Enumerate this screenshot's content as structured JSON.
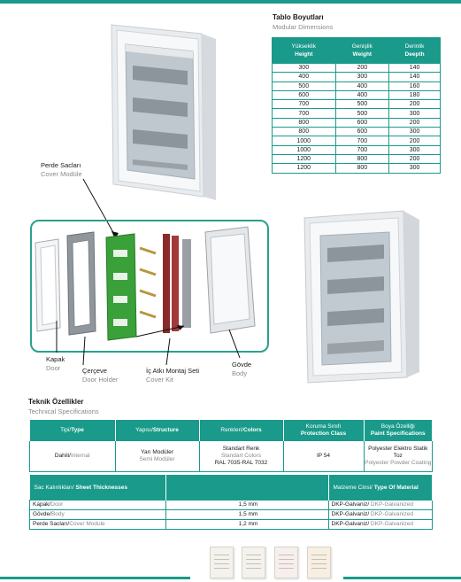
{
  "dimensions": {
    "title": "Tablo Boyutları",
    "subtitle": "Modular Dimensions",
    "headers": [
      {
        "tr": "Yükseklik",
        "en": "Height"
      },
      {
        "tr": "Genişlik",
        "en": "Weight"
      },
      {
        "tr": "Derinlik",
        "en": "Deepth"
      }
    ],
    "rows": [
      [
        "300",
        "200",
        "140"
      ],
      [
        "400",
        "300",
        "140"
      ],
      [
        "500",
        "400",
        "160"
      ],
      [
        "600",
        "400",
        "180"
      ],
      [
        "700",
        "500",
        "200"
      ],
      [
        "700",
        "500",
        "300"
      ],
      [
        "800",
        "600",
        "200"
      ],
      [
        "800",
        "600",
        "300"
      ],
      [
        "1000",
        "700",
        "200"
      ],
      [
        "1000",
        "700",
        "300"
      ],
      [
        "1200",
        "800",
        "200"
      ],
      [
        "1200",
        "800",
        "300"
      ]
    ]
  },
  "labels": {
    "cover_tr": "Perde Sacları",
    "cover_en": "Cover Modüle",
    "door_tr": "Kapak",
    "door_en": "Door",
    "holder_tr": "Çerçeve",
    "holder_en": "Door Holder",
    "kit_tr": "İç Atkı Montaj Seti",
    "kit_en": "Cover Kit",
    "body_tr": "Gövde",
    "body_en": "Body"
  },
  "tech": {
    "title": "Teknik Özellikler",
    "subtitle": "Technical Specifications",
    "headers": [
      {
        "tr": "Tipi/",
        "en": "Type"
      },
      {
        "tr": "Yapısı/",
        "en": "Structure"
      },
      {
        "tr": "Renkleri/",
        "en": "Colors"
      },
      {
        "tr": "Koruma Sınıfı",
        "en": "Protection Class"
      },
      {
        "tr": "Boya Özelliği",
        "en": "Paint Specifications"
      }
    ],
    "row": {
      "type_tr": "Dahili/",
      "type_en": "Internal",
      "structure_tr": "Yarı Modüler",
      "structure_en": "Semi Modüler",
      "colors_l1": "Standart Renk",
      "colors_l2": "Standart Colors",
      "colors_l3": "RAL 7035-RAL 7032",
      "protection": "IP 54",
      "paint_l1": "Polyester Elektro Statik",
      "paint_l2": "Toz",
      "paint_l3": "Polyester Powder Coating"
    }
  },
  "materials": {
    "h_thick_tr": "Sac Kalınlıkları",
    "h_thick_en": "Sheet Thicknesses",
    "h_mat_tr": "Malzeme Cinsi",
    "h_mat_en": "Type Of Material",
    "rows": [
      {
        "tr": "Kapak/",
        "en": "Door",
        "thickness": "1,5 mm",
        "mat_tr": "DKP-Galvaniz/",
        "mat_en": " DKP-Galvanized"
      },
      {
        "tr": "Gövde/",
        "en": "Body",
        "thickness": "1,5 mm",
        "mat_tr": "DKP-Galvaniz/",
        "mat_en": " DKP-Galvanized"
      },
      {
        "tr": "Perde Sacları/",
        "en": "Cover Module",
        "thickness": "1,2 mm",
        "mat_tr": "DKP-Galvaniz/",
        "mat_en": " DKP-Galvanized"
      }
    ]
  },
  "colors": {
    "accent": "#1a9a8a",
    "cover_green": "#3aa03a",
    "rail_red": "#8a2a2a"
  }
}
